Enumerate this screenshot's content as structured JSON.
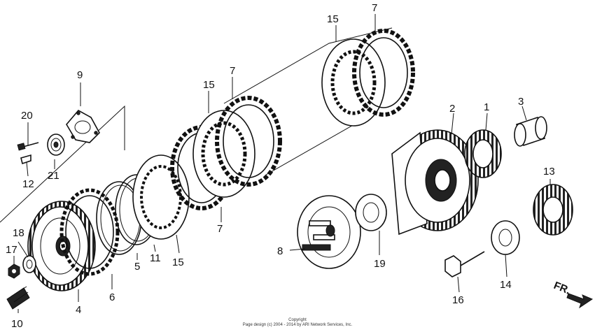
{
  "callouts": {
    "c1": "1",
    "c2": "2",
    "c3": "3",
    "c4": "4",
    "c5": "5",
    "c6": "6",
    "c7a": "7",
    "c7b": "7",
    "c7c": "7",
    "c8": "8",
    "c9": "9",
    "c10": "10",
    "c11": "11",
    "c12": "12",
    "c13": "13",
    "c14": "14",
    "c15a": "15",
    "c15b": "15",
    "c15c": "15",
    "c16": "16",
    "c17": "17",
    "c18": "18",
    "c19": "19",
    "c20": "20",
    "c21": "21"
  },
  "direction_label": "FR.",
  "copyright": {
    "line1": "Copyright",
    "line2": "Page design (c) 2004 - 2014 by ARI Network Services, Inc."
  }
}
